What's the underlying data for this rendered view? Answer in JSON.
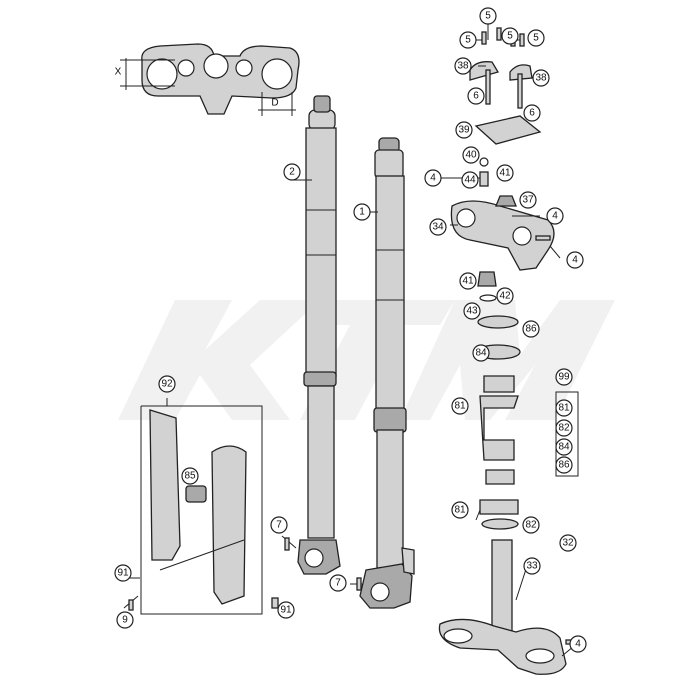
{
  "diagram": {
    "dimension_labels": {
      "x": "X",
      "d": "D"
    },
    "watermark": "KTM",
    "callouts": [
      {
        "id": "c5a",
        "label": "5"
      },
      {
        "id": "c5b",
        "label": "5"
      },
      {
        "id": "c5c",
        "label": "5"
      },
      {
        "id": "c5d",
        "label": "5"
      },
      {
        "id": "c38a",
        "label": "38"
      },
      {
        "id": "c38b",
        "label": "38"
      },
      {
        "id": "c6a",
        "label": "6"
      },
      {
        "id": "c6b",
        "label": "6"
      },
      {
        "id": "c39",
        "label": "39"
      },
      {
        "id": "c40",
        "label": "40"
      },
      {
        "id": "c44",
        "label": "44"
      },
      {
        "id": "c41a",
        "label": "41"
      },
      {
        "id": "c4a",
        "label": "4"
      },
      {
        "id": "c37",
        "label": "37"
      },
      {
        "id": "c4b",
        "label": "4"
      },
      {
        "id": "c34",
        "label": "34"
      },
      {
        "id": "c4c",
        "label": "4"
      },
      {
        "id": "c41b",
        "label": "41"
      },
      {
        "id": "c42",
        "label": "42"
      },
      {
        "id": "c43",
        "label": "43"
      },
      {
        "id": "c86a",
        "label": "86"
      },
      {
        "id": "c84a",
        "label": "84"
      },
      {
        "id": "c99",
        "label": "99"
      },
      {
        "id": "c81a",
        "label": "81"
      },
      {
        "id": "c81k",
        "label": "81"
      },
      {
        "id": "c82k",
        "label": "82"
      },
      {
        "id": "c84k",
        "label": "84"
      },
      {
        "id": "c86k",
        "label": "86"
      },
      {
        "id": "c81b",
        "label": "81"
      },
      {
        "id": "c82",
        "label": "82"
      },
      {
        "id": "c32",
        "label": "32"
      },
      {
        "id": "c33",
        "label": "33"
      },
      {
        "id": "c4d",
        "label": "4"
      },
      {
        "id": "c2",
        "label": "2"
      },
      {
        "id": "c1",
        "label": "1"
      },
      {
        "id": "c92",
        "label": "92"
      },
      {
        "id": "c85",
        "label": "85"
      },
      {
        "id": "c91a",
        "label": "91"
      },
      {
        "id": "c91b",
        "label": "91"
      },
      {
        "id": "c9",
        "label": "9"
      },
      {
        "id": "c7a",
        "label": "7"
      },
      {
        "id": "c7b",
        "label": "7"
      }
    ]
  }
}
